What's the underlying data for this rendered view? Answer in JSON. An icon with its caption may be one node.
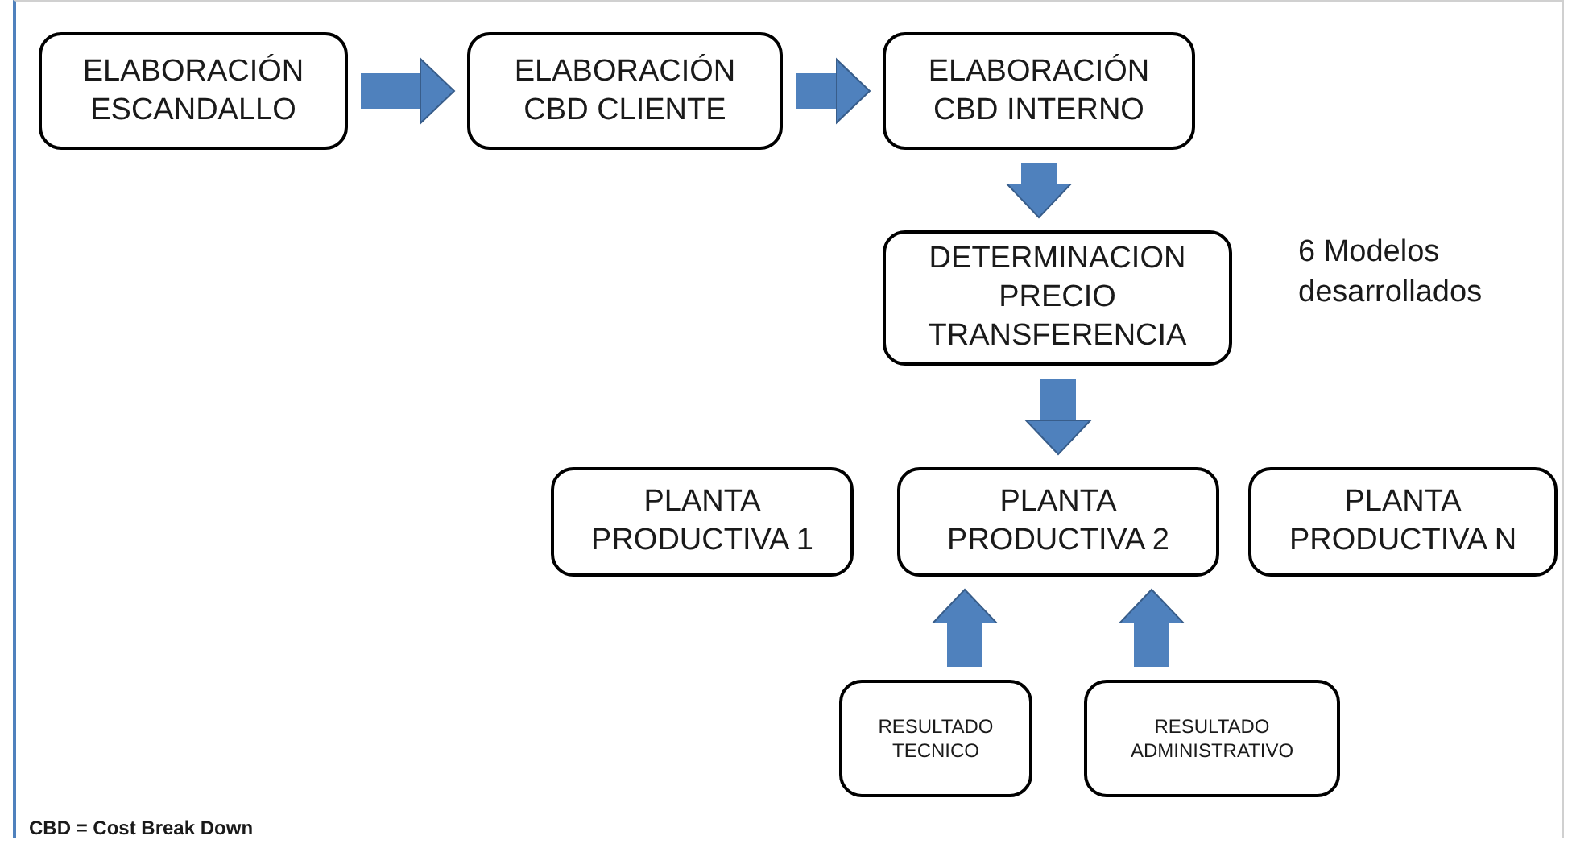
{
  "diagram": {
    "nodes": [
      {
        "text": [
          "ELABORACIÓN ESCANDALLO"
        ]
      },
      {
        "text": [
          "ELABORACIÓN CBD CLIENTE"
        ]
      },
      {
        "text": [
          "ELABORACIÓN CBD INTERNO"
        ]
      },
      {
        "text": [
          "DETERMINACION PRECIO TRANSFERENCIA"
        ],
        "beside": [
          "6 Modelos desarrollados"
        ]
      },
      {
        "text": [
          "PLANTA PRODUCTIVA 1"
        ]
      },
      {
        "text": [
          "PLANTA PRODUCTIVA 2"
        ]
      },
      {
        "text": [
          "PLANTA PRODUCTIVA N"
        ]
      },
      {
        "text": [
          "RESULTADO TECNICO"
        ]
      },
      {
        "text": [
          "RESULTADO ADMINISTRATIVO"
        ]
      }
    ],
    "edges": [
      {
        "from": 0,
        "to": 1,
        "arrow": "to"
      },
      {
        "from": 1,
        "to": 2,
        "arrow": "to"
      },
      {
        "from": 2,
        "to": 3,
        "arrow": "to"
      },
      {
        "from": 3,
        "to": 5,
        "arrow": "to"
      },
      {
        "from": 7,
        "to": 5,
        "arrow": "to"
      },
      {
        "from": 8,
        "to": 5,
        "arrow": "to"
      }
    ],
    "labels": [
      "CBD = Cost Break Down"
    ]
  }
}
